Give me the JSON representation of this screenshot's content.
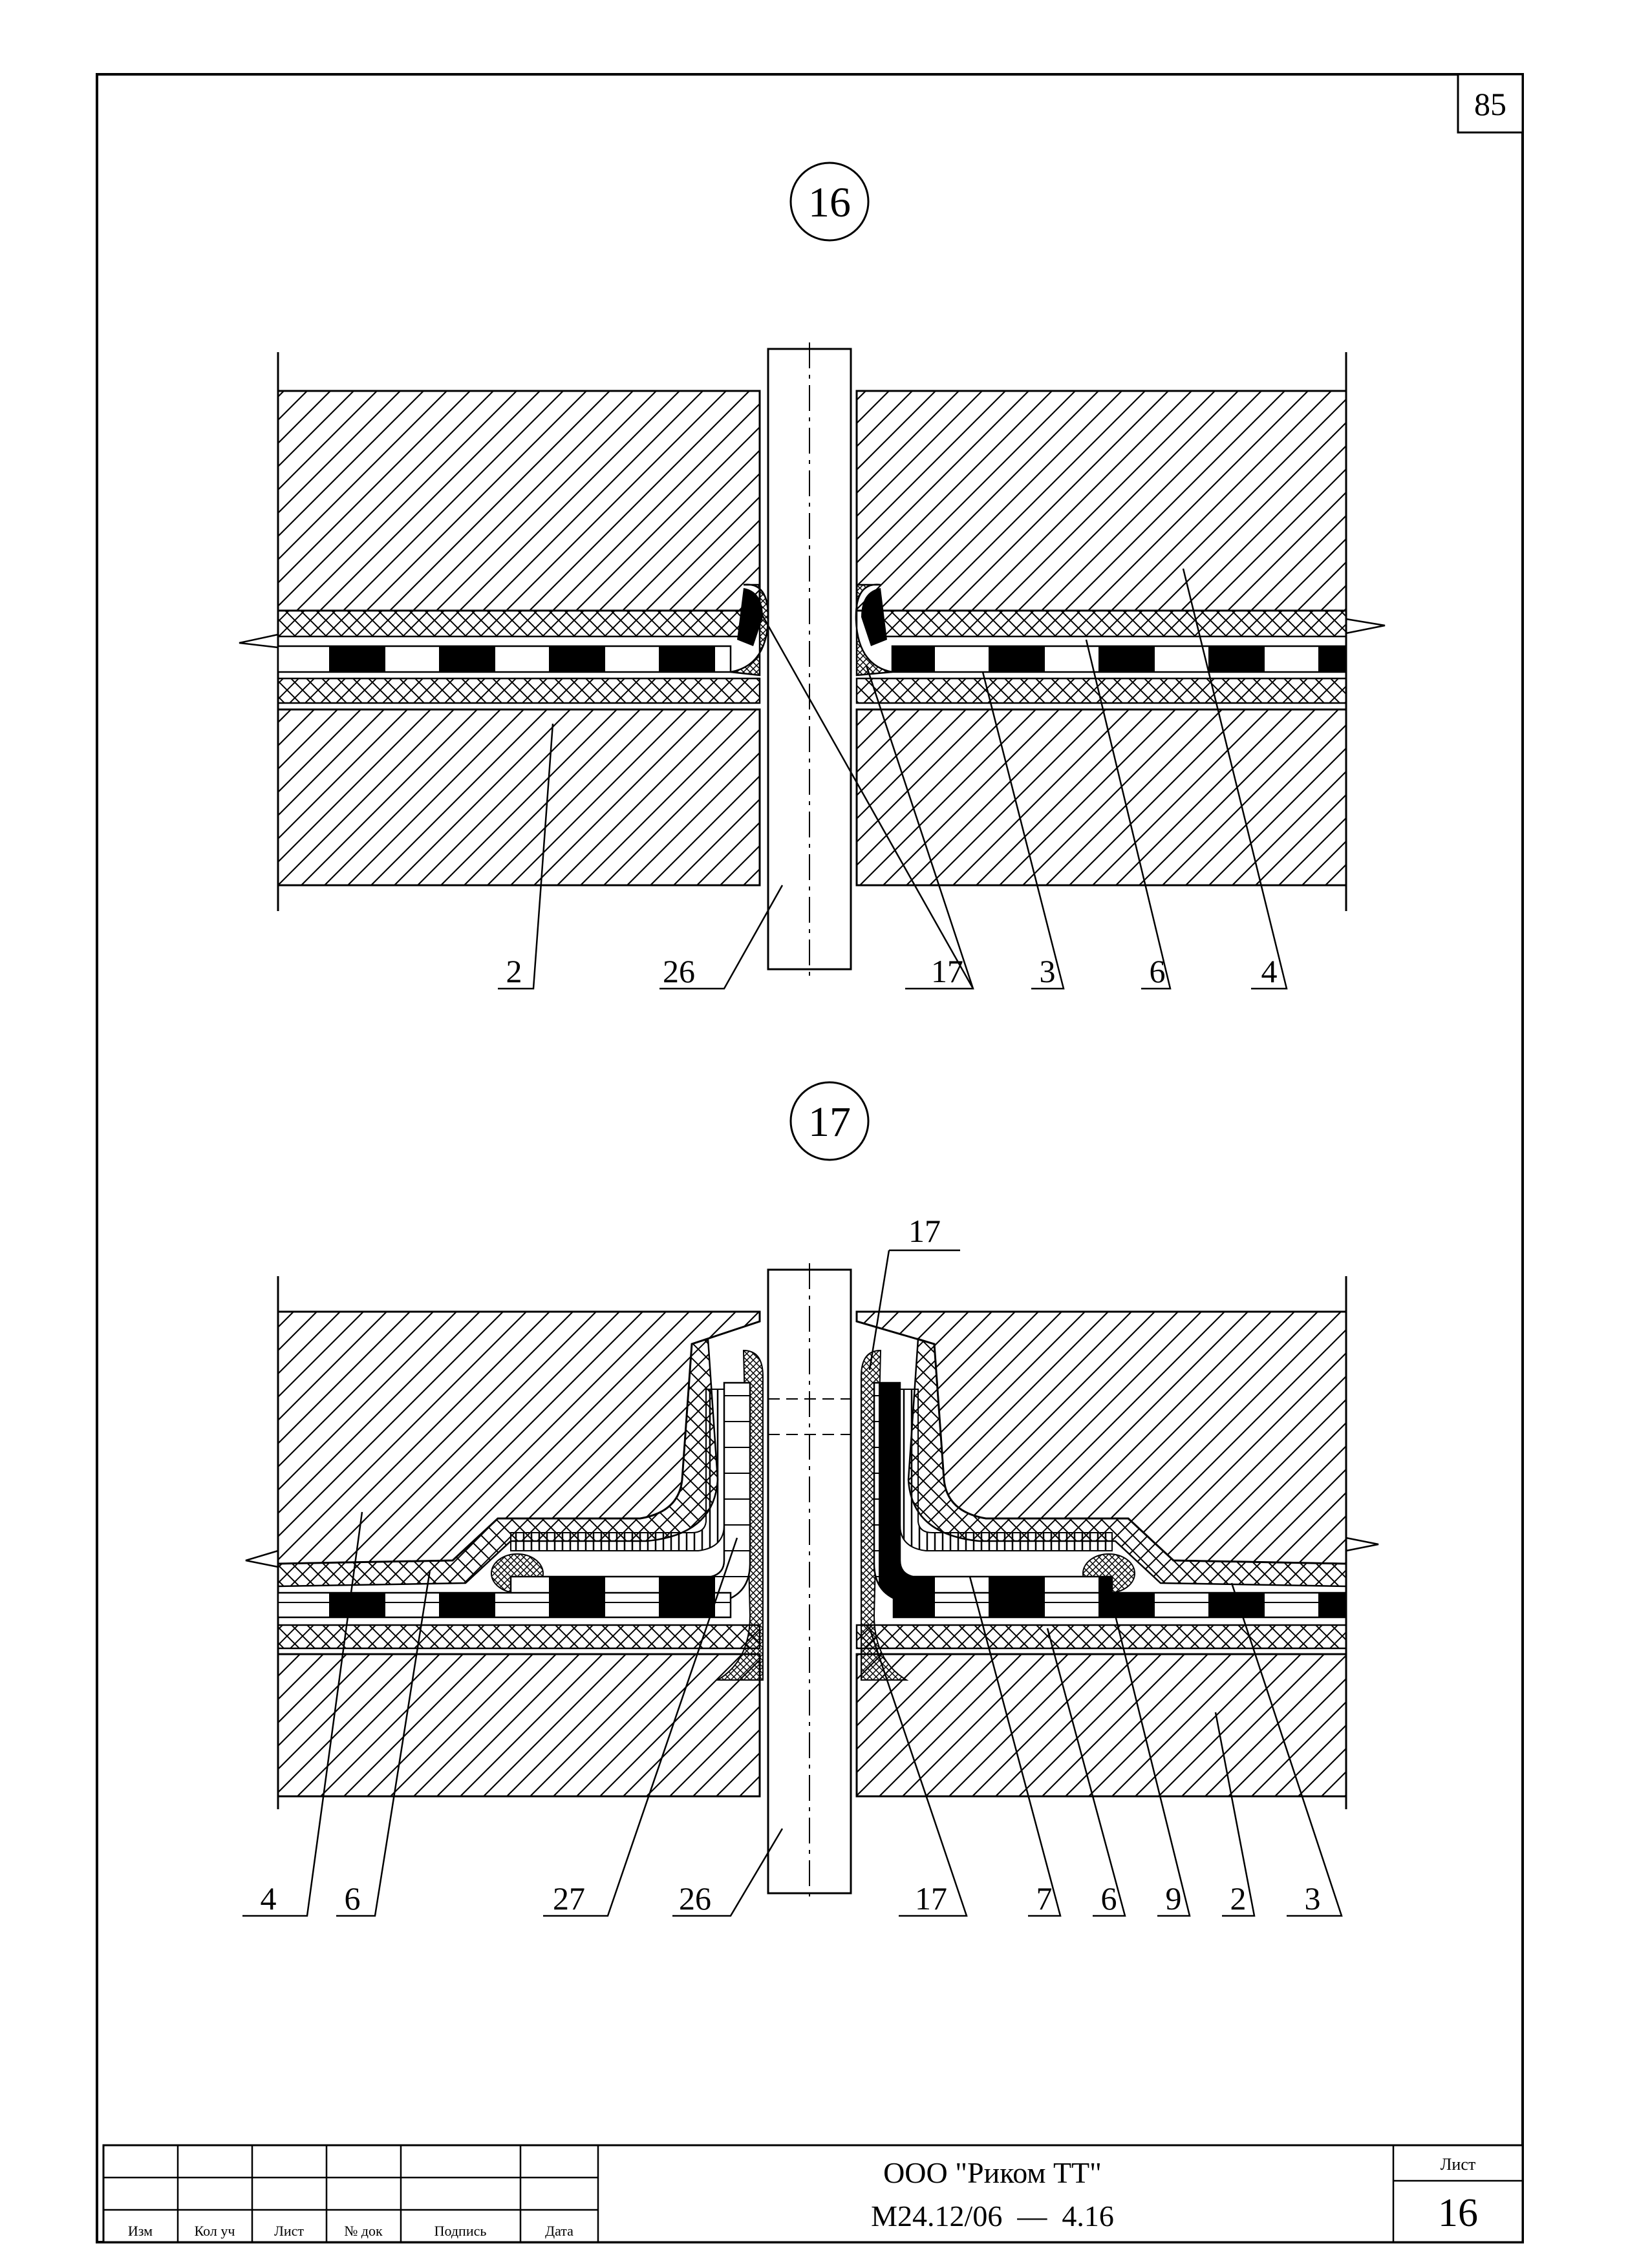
{
  "page_number": "85",
  "details": [
    {
      "id": "detail-16",
      "title": "16",
      "labels": [
        "2",
        "26",
        "17",
        "3",
        "6",
        "4"
      ]
    },
    {
      "id": "detail-17",
      "title": "17",
      "top_label": "17",
      "labels": [
        "4",
        "6",
        "27",
        "26",
        "17",
        "7",
        "6",
        "9",
        "2",
        "3"
      ]
    }
  ],
  "title_block": {
    "columns": [
      "Изм",
      "Кол уч",
      "Лист",
      "№ док",
      "Подпись",
      "Дата"
    ],
    "company": "ООО \"Риком ТТ\"",
    "document": "М24.12/06  —  4.16",
    "sheet_label": "Лист",
    "sheet_number": "16"
  },
  "colors": {
    "line": "#000000",
    "paper": "#ffffff"
  }
}
